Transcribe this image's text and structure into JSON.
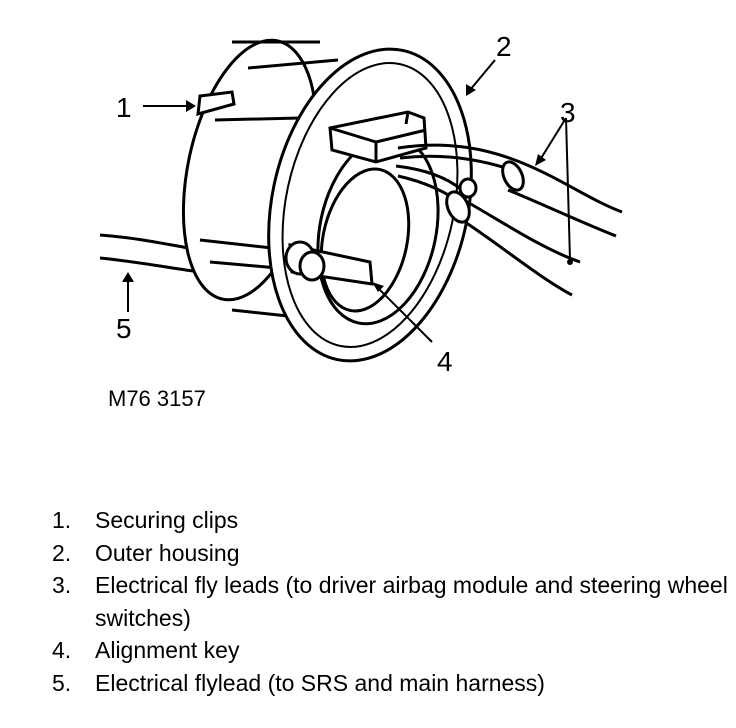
{
  "diagram": {
    "callouts": {
      "c1": "1",
      "c2": "2",
      "c3": "3",
      "c4": "4",
      "c5": "5"
    },
    "figure_code": "M76 3157"
  },
  "legend": {
    "items": [
      {
        "num": "1.",
        "text": "Securing clips"
      },
      {
        "num": "2.",
        "text": "Outer housing"
      },
      {
        "num": "3.",
        "text": "Electrical fly leads (to driver airbag module and steering wheel switches)"
      },
      {
        "num": "4.",
        "text": "Alignment key"
      },
      {
        "num": "5.",
        "text": "Electrical flylead (to SRS and main harness)"
      }
    ]
  }
}
